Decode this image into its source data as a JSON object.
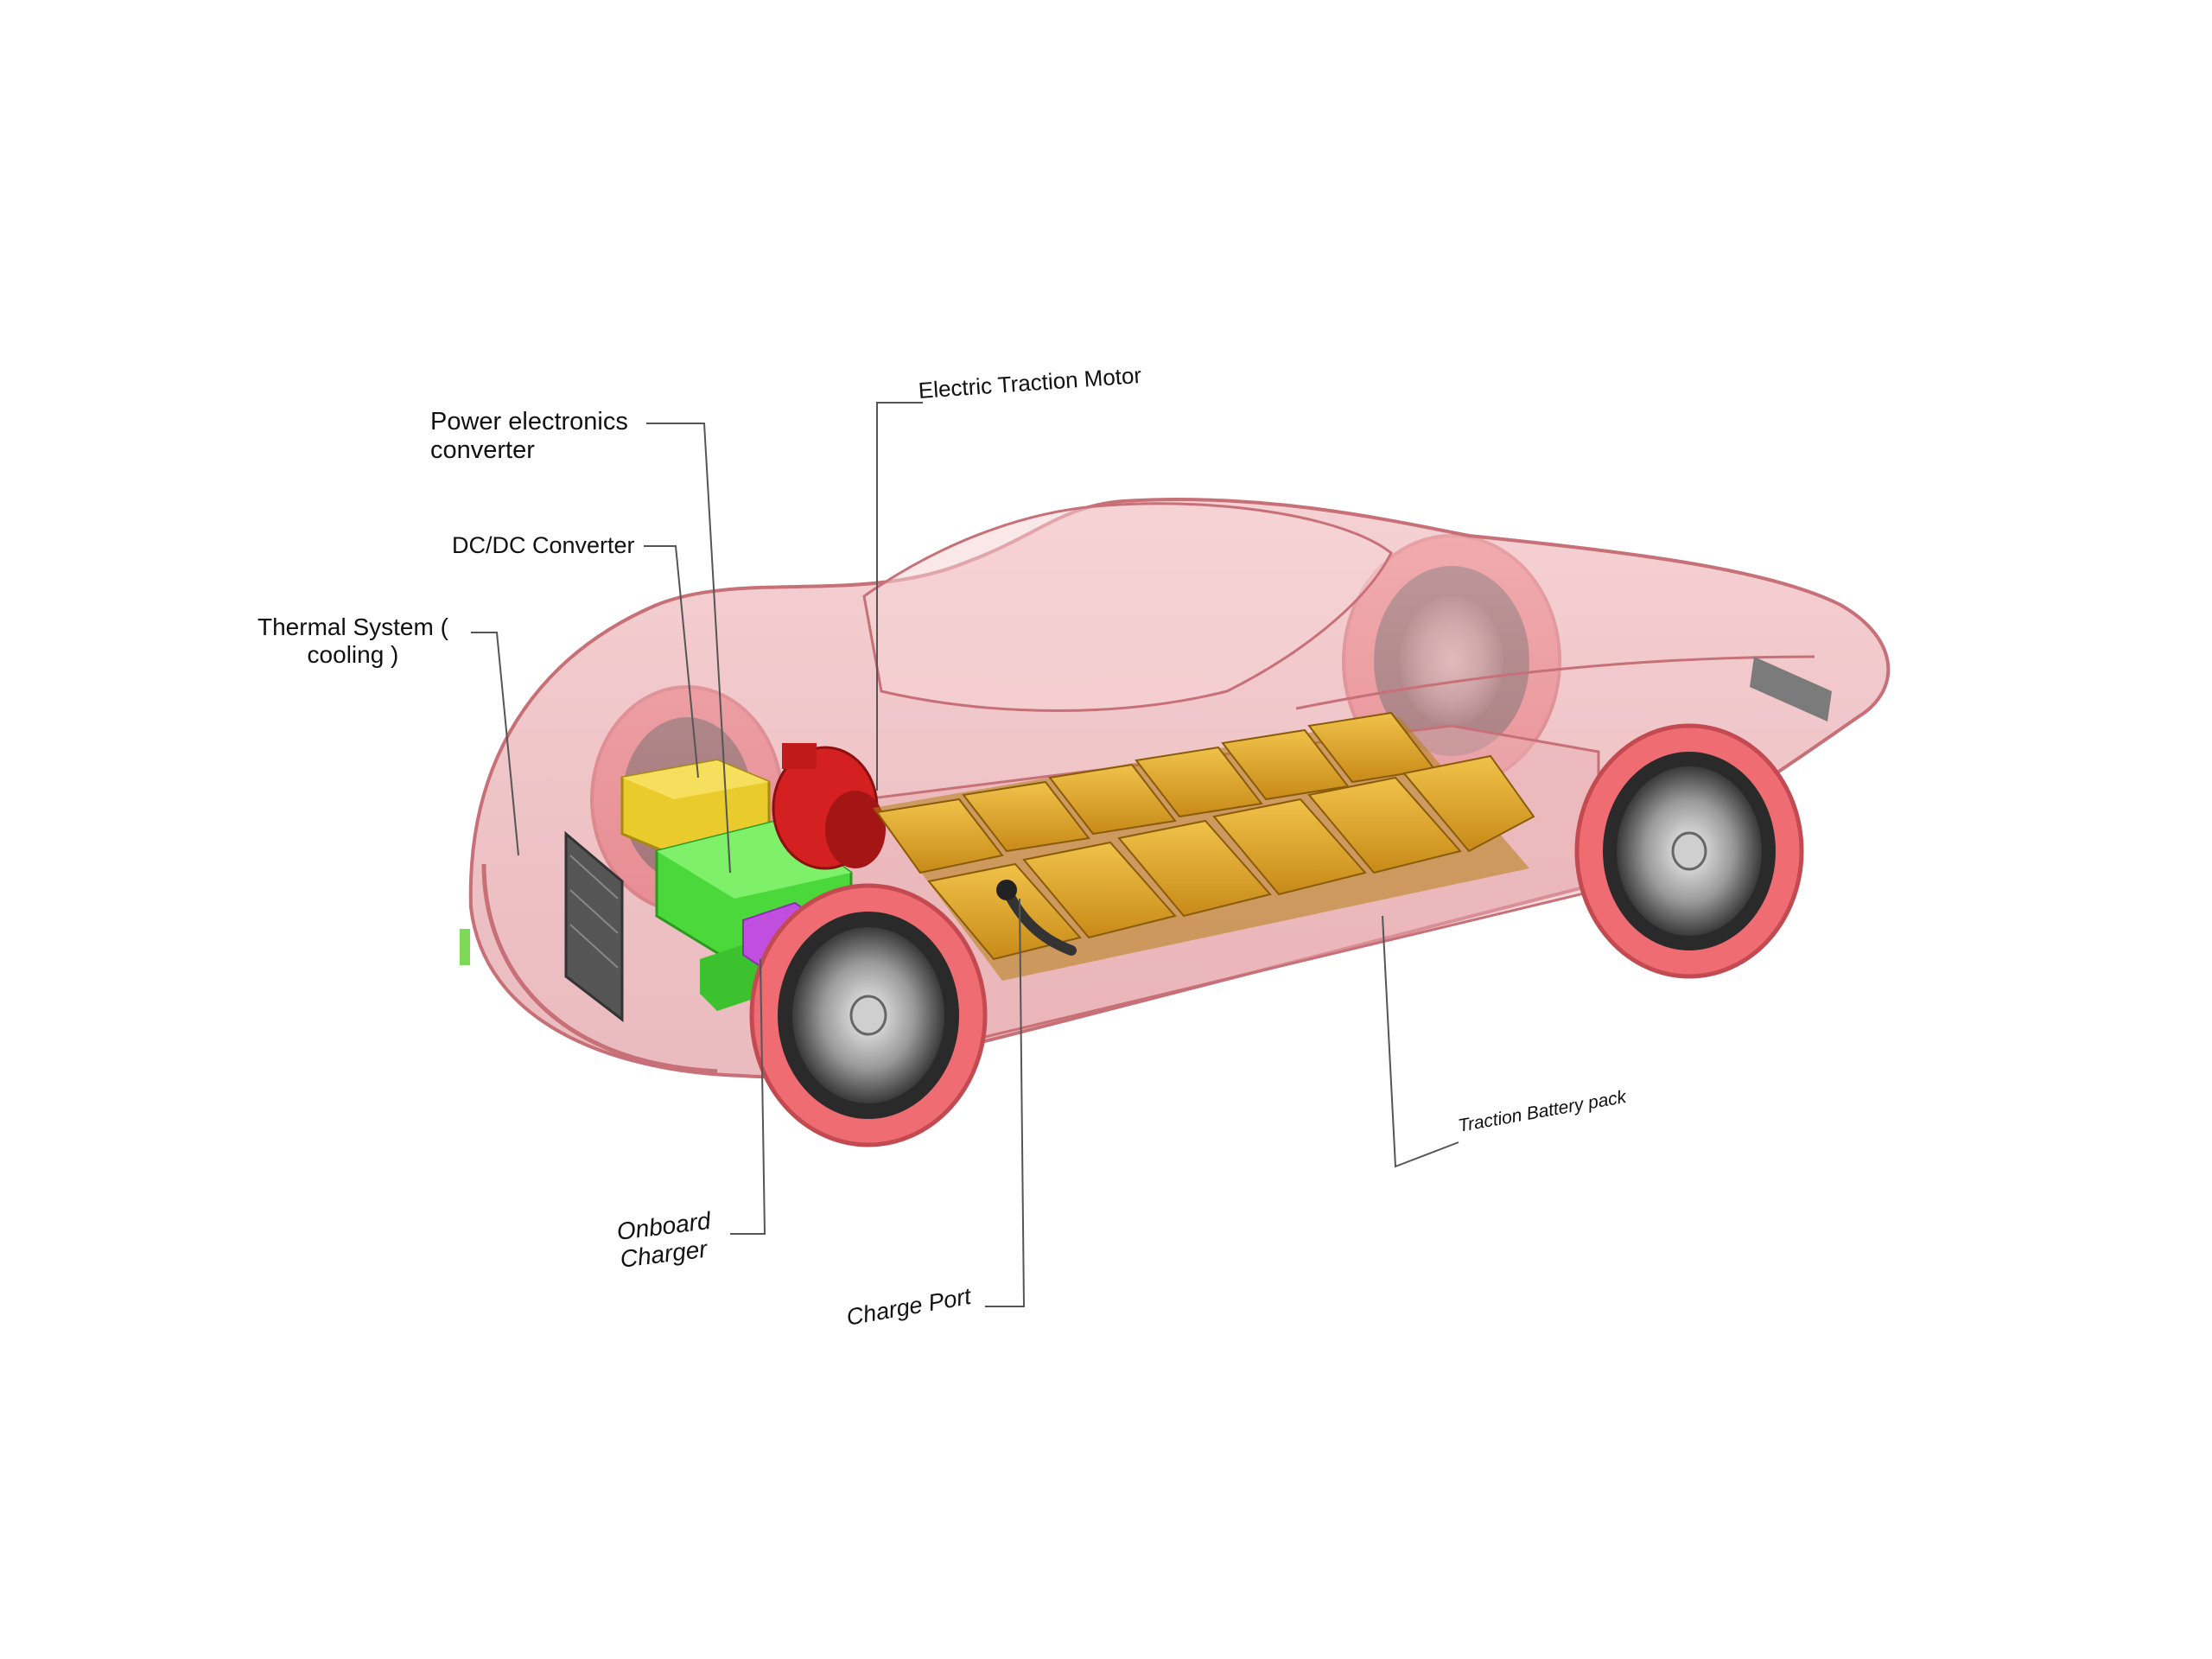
{
  "labels": {
    "power_electronics_line1": "Power electronics",
    "power_electronics_line2": "converter",
    "dcdc_converter": "DC/DC Converter",
    "thermal_line1": "Thermal System (",
    "thermal_line2": "cooling )",
    "traction_motor": "Electric Traction Motor",
    "battery_pack": "Traction Battery pack",
    "onboard_charger_line1": "Onboard",
    "onboard_charger_line2": "Charger",
    "charge_port": "Charge Port"
  },
  "colors": {
    "body_shell": "#e8a3a8",
    "body_outline": "#c77078",
    "tire": "#ee6c72",
    "rim": "#555555",
    "battery_module": "#d9a227",
    "power_electronics": "#eacb2c",
    "motor": "#d42020",
    "onboard_charger": "#4ad83a",
    "charge_module": "#c04fe0",
    "leader_line": "#555555"
  }
}
